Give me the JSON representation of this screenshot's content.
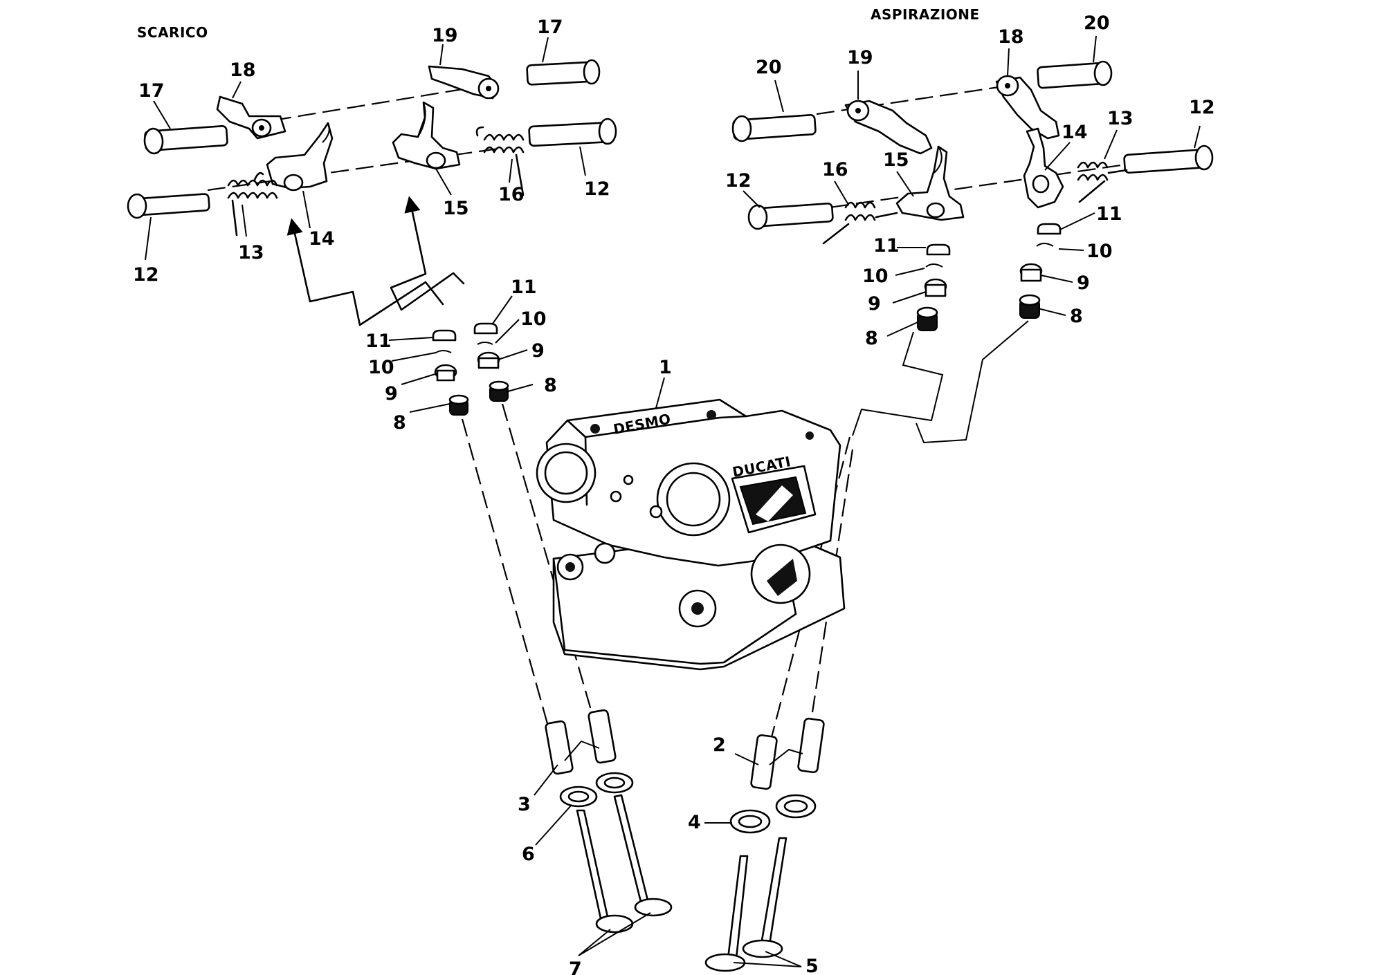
{
  "captions": {
    "exhaust": "SCARICO",
    "intake": "ASPIRAZIONE"
  },
  "casting_text": {
    "upper": "DESMO",
    "lower": "DUCATI"
  },
  "labels": {
    "ex_17_left": "17",
    "ex_18": "18",
    "ex_19": "19",
    "ex_17_right": "17",
    "ex_12_left": "12",
    "ex_13": "13",
    "ex_14": "14",
    "ex_15": "15",
    "ex_16": "16",
    "ex_12_right": "12",
    "ex_11_left": "11",
    "ex_10_left": "10",
    "ex_9_left": "9",
    "ex_8_left": "8",
    "ex_11_right": "11",
    "ex_10_right": "10",
    "ex_9_right": "9",
    "ex_8_right": "8",
    "head_1": "1",
    "ex_3": "3",
    "ex_6": "6",
    "ex_7": "7",
    "in_20_left": "20",
    "in_19": "19",
    "in_18": "18",
    "in_20_right": "20",
    "in_12_left": "12",
    "in_16": "16",
    "in_15": "15",
    "in_14": "14",
    "in_13": "13",
    "in_12_right": "12",
    "in_11_left": "11",
    "in_10_left": "10",
    "in_9_left": "9",
    "in_8_left": "8",
    "in_11_right": "11",
    "in_10_right": "10",
    "in_9_right": "9",
    "in_8_right": "8",
    "in_2": "2",
    "in_4": "4",
    "in_5": "5"
  }
}
